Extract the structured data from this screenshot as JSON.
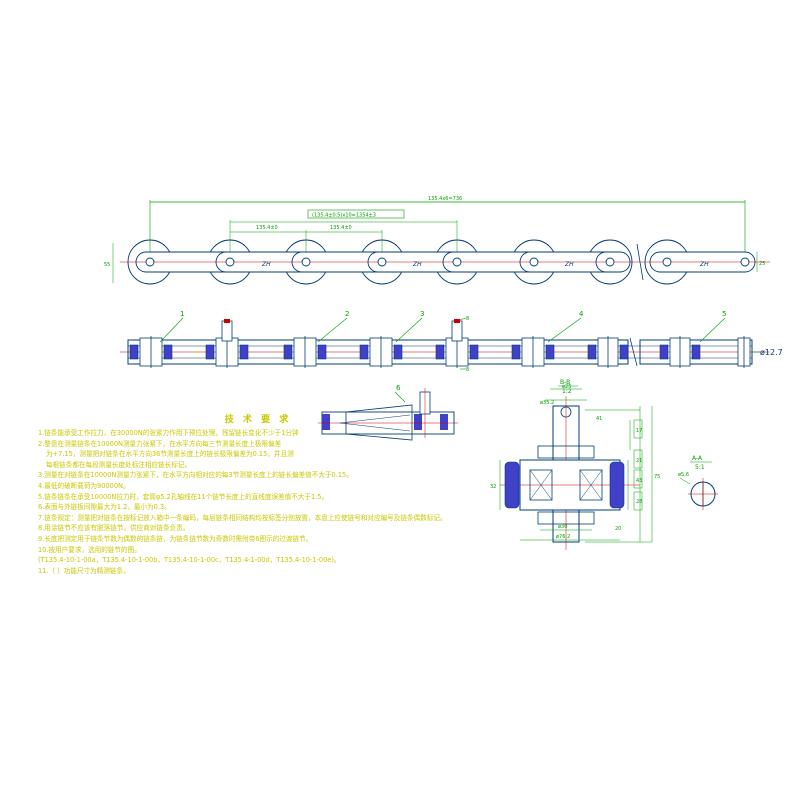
{
  "colors": {
    "outline": "#003c78",
    "dimension": "#00a000",
    "centerline": "#c80000",
    "roller": "#4040c8",
    "text": "#c8c800",
    "annotation": "#00a000"
  },
  "top_view": {
    "overall_length": "135.4x6=736",
    "pitch_total": "(135.4±0.5)x10=1354±3",
    "pitch_a": "135.4±0",
    "pitch_b": "135.4±0",
    "height_dim": "55",
    "right_dim": "25",
    "marks": [
      "ZH",
      "ZH",
      "ZH"
    ]
  },
  "side_view": {
    "callouts": [
      "1",
      "2",
      "3",
      "4",
      "5"
    ],
    "attachment_mark": "8",
    "small_mark": "8",
    "pin_dia": "ø12.7"
  },
  "detail_view": {
    "callout": "6"
  },
  "section_bb": {
    "label": "B-B",
    "scale": "1:2",
    "dims": [
      "ø25",
      "ø35.2",
      "41",
      "17",
      "21",
      "75",
      "43",
      "28",
      "20",
      "ø30",
      "ø76.2",
      "32"
    ]
  },
  "section_aa": {
    "label": "A-A",
    "scale": "5:1",
    "dim": "ø5.6"
  },
  "notes": {
    "title": "技 术 要 求",
    "lines": [
      "1.链条能承受工作拉力，在30000N的张紧力作用下预拉处理，残留链长变化不少于1分钟",
      "2.整盘在测量链条在10000N测量力张紧下，在水平方向每三节测量长度上极限偏差",
      "为+7.15，测量把对链条在水平方向36节测量长度上的链长极限偏差为0.15，并且测",
      "每根链条都在每段测量长度处标注相应链长标记。",
      "3.测量在对链条在10000N测量力张紧下，在水平方向相对应的每3节测量长度上的链长偏差值不大于0.15。",
      "4.最低的破断载荷为90000N。",
      "5.链条链条在承受10000N拉力时，套筒φ5.2孔轴线在11个链节长度上的直线度误差值不大于1.5。",
      "6.表面与外链板间隙最大为1.2，最小为0.3。",
      "7.链条规定：测量把对链条在按标记放入箱中一条编码，每层链条相同结构均按标签分别放置，本盘上应使链号和对应编号及链条偶数标记。",
      "8.用涂链节不应该有脱落链节，供应商对链条负责。",
      "9.长度把测定用于链条节数为偶数的链条链，为链条链节数为奇数时需附带6图示的过渡链节。",
      "10.按用户要求，选用的链节的图。",
      "(T135.4-10-1-00a，T135.4-10-1-00b，T135.4-10-1-00c，T135.4-1-00d，T135.4-10-1-00e)。",
      "11.（ ）功能尺寸为精测链条。"
    ]
  }
}
